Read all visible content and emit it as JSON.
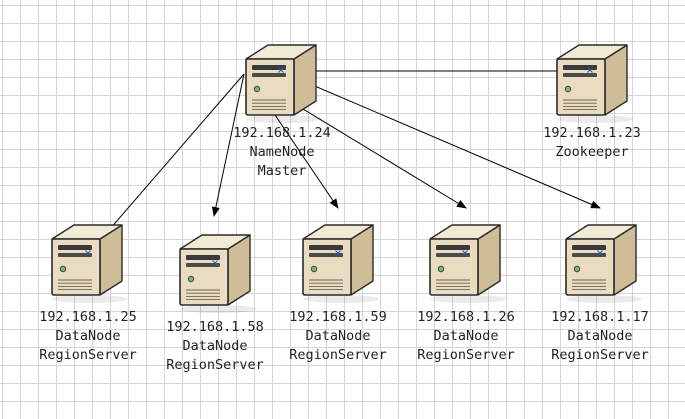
{
  "nodes": {
    "master": {
      "ip": "192.168.1.24",
      "role": "NameNode",
      "service": "Master"
    },
    "zookeeper": {
      "ip": "192.168.1.23",
      "role": "Zookeeper"
    },
    "rs1": {
      "ip": "192.168.1.25",
      "role": "DataNode",
      "service": "RegionServer"
    },
    "rs2": {
      "ip": "192.168.1.58",
      "role": "DataNode",
      "service": "RegionServer"
    },
    "rs3": {
      "ip": "192.168.1.59",
      "role": "DataNode",
      "service": "RegionServer"
    },
    "rs4": {
      "ip": "192.168.1.26",
      "role": "DataNode",
      "service": "RegionServer"
    },
    "rs5": {
      "ip": "192.168.1.17",
      "role": "DataNode",
      "service": "RegionServer"
    }
  },
  "colors": {
    "server_face": "#e9dcc0",
    "server_side": "#cfbd97",
    "server_top": "#f3ead6",
    "outline": "#2b2b2b",
    "arrow": "#000000",
    "grid": "#d6d6d6"
  },
  "icons": {
    "server": "server-tower-icon",
    "connector": "connector-x-icon"
  }
}
